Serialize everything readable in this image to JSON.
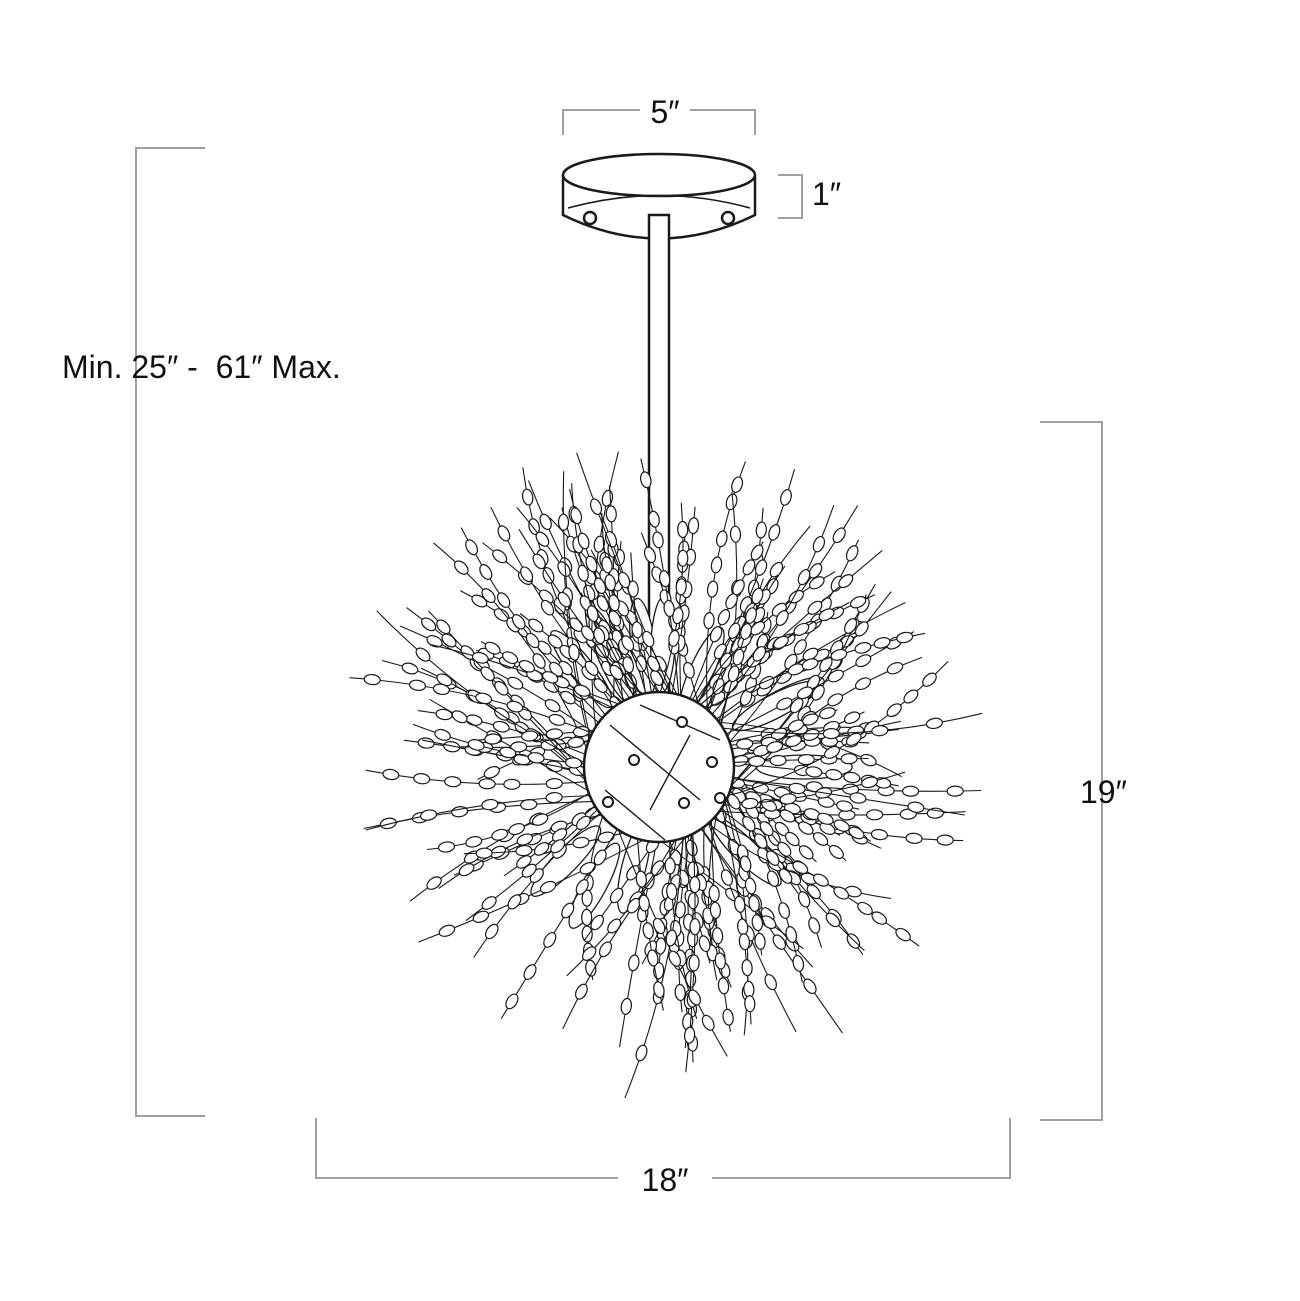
{
  "dimensions": {
    "canopy_width": "5″",
    "canopy_height": "1″",
    "overall_height": "Min. 25″ -  61″ Max.",
    "fixture_height": "19″",
    "fixture_width": "18″"
  },
  "colors": {
    "line": "#1a1a1a",
    "dimension_line": "#a0a0a0",
    "background": "#ffffff"
  }
}
